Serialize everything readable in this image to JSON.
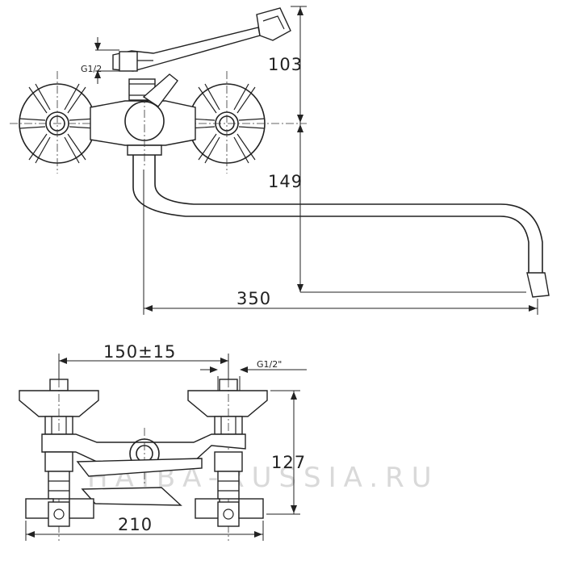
{
  "watermark": "HAIBA-RUSSIA.RU",
  "side_view": {
    "dim_height_top": "103",
    "dim_height_spout": "149",
    "dim_spout_length": "350",
    "thread_label": "G1/2"
  },
  "front_view": {
    "dim_center_distance": "150±15",
    "thread_label": "G1/2\"",
    "dim_height": "127",
    "dim_width": "210"
  }
}
